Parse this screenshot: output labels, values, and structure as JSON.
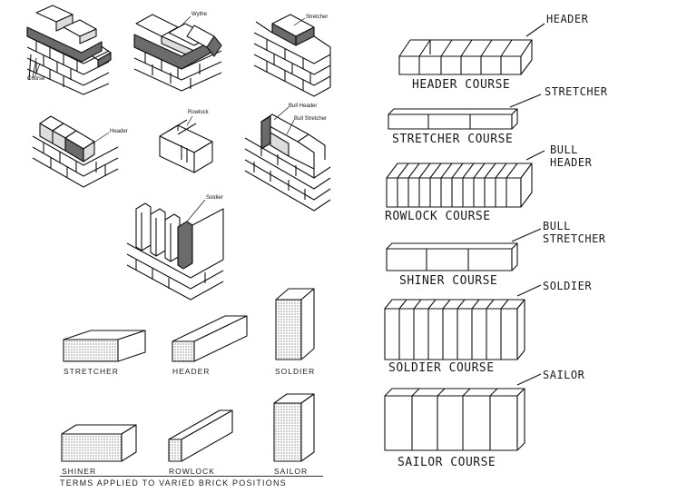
{
  "top_left_labels": {
    "course": "Course",
    "wythe": "Wythe",
    "stretcher": "Stretcher",
    "header": "Header",
    "rowlock": "Rowlock",
    "bull_header": "Bull Header",
    "bull_stretcher": "Bull Stretcher",
    "soldier": "Soldier"
  },
  "bottom_left_labels": {
    "stretcher": "STRETCHER",
    "header": "HEADER",
    "soldier": "SOLDIER",
    "shiner": "SHINER",
    "rowlock": "ROWLOCK",
    "sailor": "SAILOR",
    "caption": "TERMS APPLIED TO VARIED BRICK POSITIONS"
  },
  "right_courses": {
    "header_tag": "HEADER",
    "header_course": "HEADER COURSE",
    "stretcher_tag": "STRETCHER",
    "stretcher_course": "STRETCHER COURSE",
    "bull_header_tag_1": "BULL",
    "bull_header_tag_2": "HEADER",
    "rowlock_course": "ROWLOCK COURSE",
    "bull_stretcher_tag_1": "BULL",
    "bull_stretcher_tag_2": "STRETCHER",
    "shiner_course": "SHINER COURSE",
    "soldier_tag": "SOLDIER",
    "soldier_course": "SOLDIER COURSE",
    "sailor_tag": "SAILOR",
    "sailor_course": "SAILOR COURSE"
  }
}
